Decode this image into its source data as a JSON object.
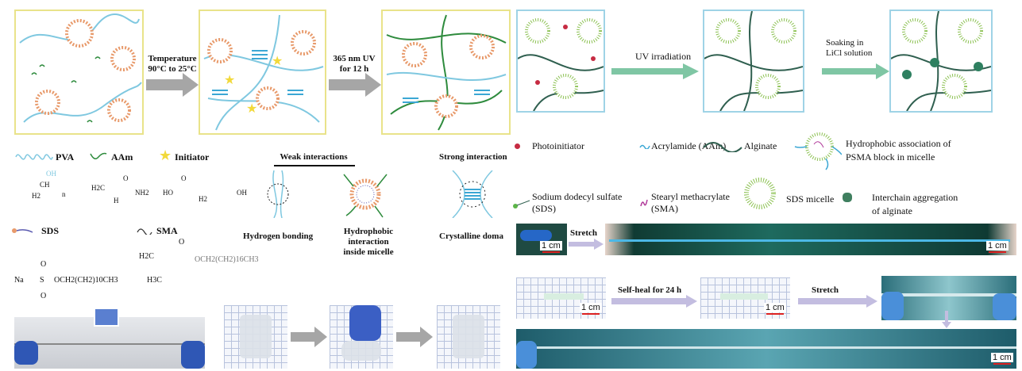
{
  "top_left_scheme": {
    "arrow1_label": [
      "Temperature",
      "90°C to 25°C"
    ],
    "arrow2_label": [
      "365 nm UV",
      "for 12 h"
    ]
  },
  "top_left_legend": {
    "pva": "PVA",
    "aam": "AAm",
    "initiator": "Initiator",
    "sds": "SDS",
    "sma": "SMA",
    "weak_header": "Weak interactions",
    "strong_header": "Strong interaction",
    "hydrogen_bonding": "Hydrogen bonding",
    "hydrophobic": [
      "Hydrophobic interaction",
      "inside micelle"
    ],
    "crystalline": "Crystalline doma",
    "pva_formula": [
      "OH",
      "CH",
      "H2",
      "n"
    ],
    "aam_formula": [
      "H2C",
      "O",
      "NH2",
      "H"
    ],
    "initiator_formula": [
      "HO",
      "O",
      "H2",
      "OH"
    ],
    "sds_formula": [
      "Na",
      "S",
      "OCH2(CH2)10CH3",
      "O",
      "O"
    ],
    "sma_formula": [
      "H2C",
      "O",
      "OCH2(CH2)16CH3",
      "H3C"
    ]
  },
  "top_right_scheme": {
    "arrow1_label": "UV irradiation",
    "arrow2_label": [
      "Soaking in",
      "LiCl solution"
    ]
  },
  "top_right_legend": {
    "photoinitiator": "Photoinitiator",
    "acrylamide": "Acrylamide (AAm)",
    "alginate": "Alginate",
    "hydrophobic_assoc": [
      "Hydrophobic association of",
      "PSMA block in micelle"
    ],
    "sds": [
      "Sodium dodecyl sulfate",
      "(SDS)"
    ],
    "sma": [
      "Stearyl methacrylate",
      "(SMA)"
    ],
    "sds_micelle": "SDS micelle",
    "interchain": [
      "Interchain aggregation",
      "of alginate"
    ]
  },
  "photos": {
    "stretch": "Stretch",
    "self_heal": "Self-heal for 24 h",
    "stretch2": "Stretch",
    "scale": "1 cm"
  },
  "colors": {
    "pva": "#7fc8e0",
    "aam": "#2e8b3d",
    "arrow_gray": "#a6a6a6",
    "arrow_green": "#7fc6a4",
    "arrow_lilac": "#c3bde0"
  }
}
